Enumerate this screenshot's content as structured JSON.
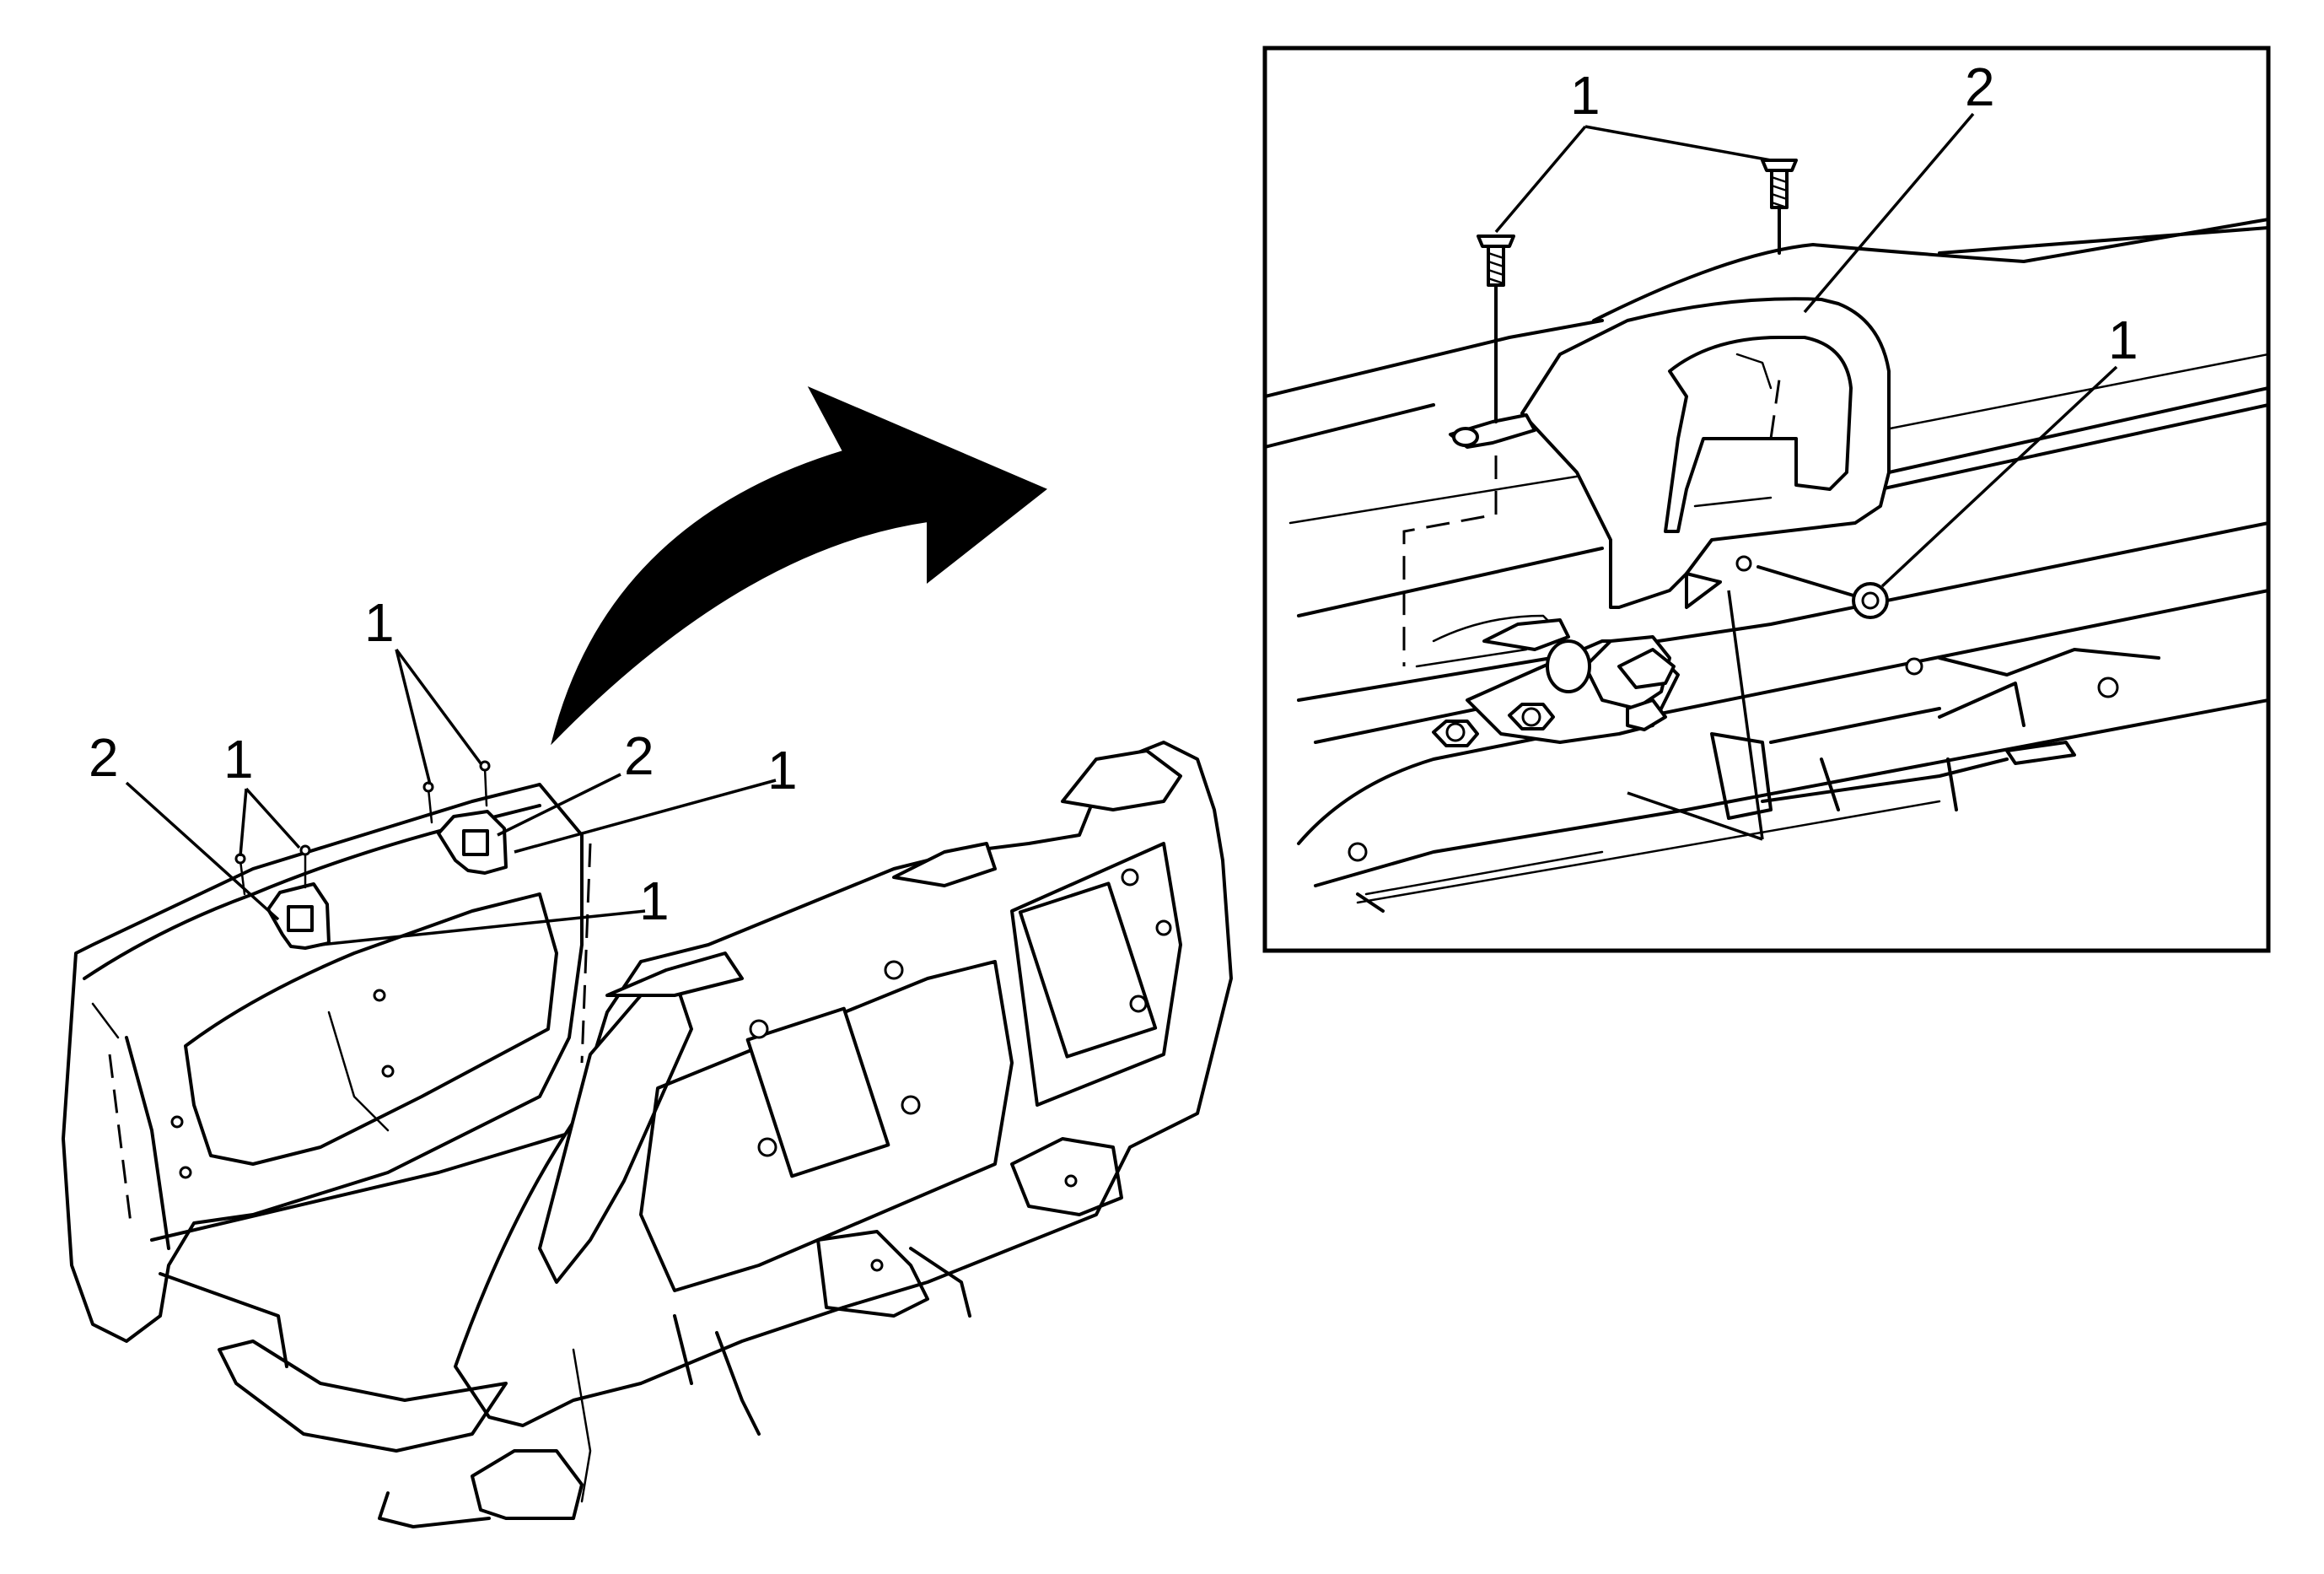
{
  "overview": {
    "callouts": [
      {
        "id": "fastener-left-a",
        "label": "1"
      },
      {
        "id": "fastener-left-b",
        "label": "1"
      },
      {
        "id": "trim-left",
        "label": "2"
      },
      {
        "id": "trim-right",
        "label": "2"
      },
      {
        "id": "fastener-right-top",
        "label": "1"
      },
      {
        "id": "fastener-right-mid",
        "label": "1"
      }
    ]
  },
  "detail": {
    "callouts": [
      {
        "id": "detail-retainers",
        "label": "1"
      },
      {
        "id": "detail-trim",
        "label": "2"
      },
      {
        "id": "detail-bolt",
        "label": "1"
      }
    ]
  },
  "colors": {
    "line": "#000000",
    "background": "#ffffff"
  }
}
